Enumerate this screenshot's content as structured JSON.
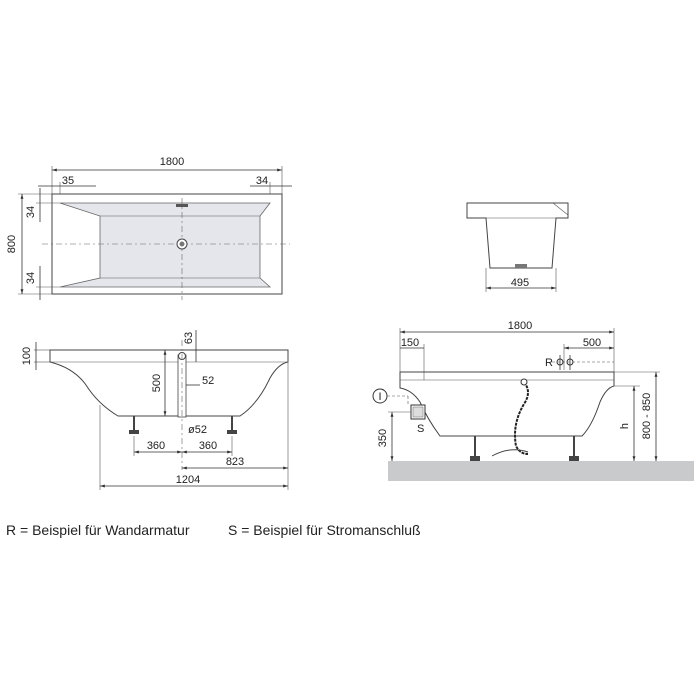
{
  "top_view": {
    "length": "1800",
    "left_rim": "35",
    "right_rim": "34",
    "width": "800",
    "top_rim": "34",
    "bottom_rim": "34"
  },
  "end_view": {
    "inner_width": "495"
  },
  "side_view": {
    "rim_height": "100",
    "drain_width": "63",
    "drain_depth": "500",
    "drain_offset": "52",
    "drain_diameter": "ø52",
    "leg_left": "360",
    "leg_right": "360",
    "half_length": "823",
    "leg_span": "1204"
  },
  "install_view": {
    "length": "1800",
    "left_offset": "150",
    "tap_offset": "500",
    "R_label": "R",
    "S_label": "S",
    "I_label": "I",
    "socket_height": "350",
    "h_label": "h",
    "height_range": "800 - 850"
  },
  "legend": {
    "r_text": "R = Beispiel für Wandarmatur",
    "s_text": "S = Beispiel für Stromanschluß"
  }
}
